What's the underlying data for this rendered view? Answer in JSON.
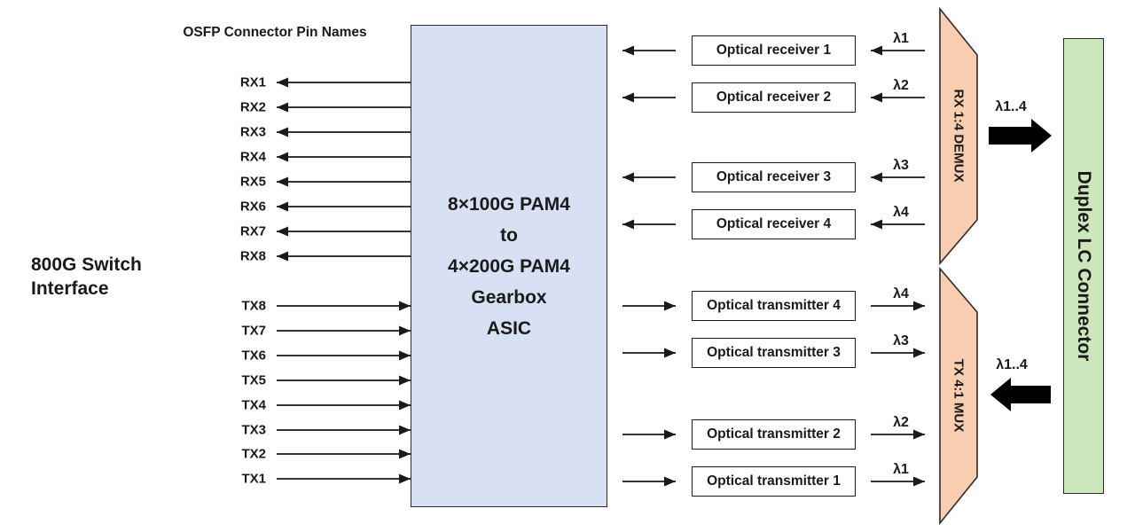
{
  "header": {
    "pin_names_title": "OSFP Connector Pin Names"
  },
  "switch_interface": {
    "line1": "800G Switch",
    "line2": "Interface"
  },
  "pins": {
    "rx": [
      "RX1",
      "RX2",
      "RX3",
      "RX4",
      "RX5",
      "RX6",
      "RX7",
      "RX8"
    ],
    "tx": [
      "TX8",
      "TX7",
      "TX6",
      "TX5",
      "TX4",
      "TX3",
      "TX2",
      "TX1"
    ]
  },
  "gearbox": {
    "lines": [
      "8×100G PAM4",
      "to",
      "4×200G PAM4",
      "Gearbox",
      "ASIC"
    ]
  },
  "receivers": [
    "Optical receiver 1",
    "Optical receiver 2",
    "Optical receiver 3",
    "Optical receiver 4"
  ],
  "transmitters": [
    "Optical transmitter 4",
    "Optical transmitter 3",
    "Optical transmitter 2",
    "Optical transmitter 1"
  ],
  "wavelengths": {
    "rx": [
      "λ1",
      "λ2",
      "λ3",
      "λ4"
    ],
    "tx": [
      "λ4",
      "λ3",
      "λ2",
      "λ1"
    ],
    "bundle_rx": "λ1..4",
    "bundle_tx": "λ1..4"
  },
  "demux": {
    "label": "RX 1:4 DEMUX"
  },
  "mux": {
    "label": "TX 4:1 MUX"
  },
  "connector": {
    "label": "Duplex LC Connector"
  },
  "colors": {
    "gearbox_fill": "#D7E1F3",
    "mux_demux_fill": "#F9CDAF",
    "connector_fill": "#CDE7BD",
    "line": "#1a1a1a"
  }
}
